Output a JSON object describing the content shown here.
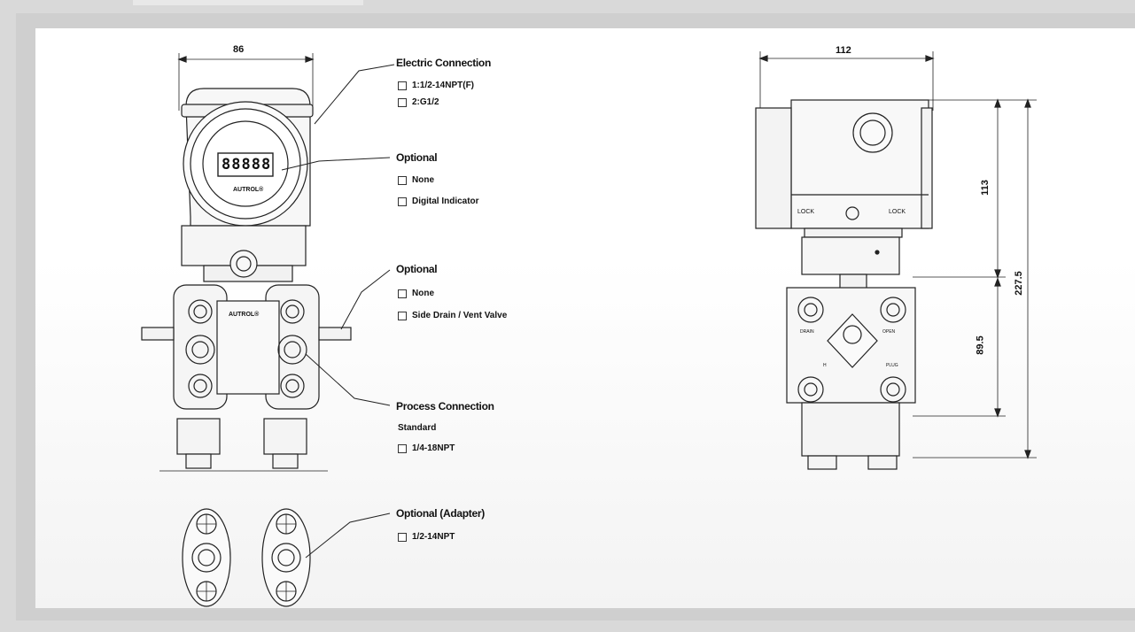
{
  "dimensions": {
    "front_width": "86",
    "side_width": "112",
    "upper_height": "113",
    "lower_height": "89.5",
    "total_height": "227.5"
  },
  "device": {
    "brand": "AUTROL®",
    "display_digits": "88888",
    "lock_left": "LOCK",
    "lock_right": "LOCK",
    "port_labels": [
      "DRAIN",
      "OPEN",
      "H",
      "PLUG"
    ]
  },
  "callouts": [
    {
      "heading": "Electric Connection",
      "options": [
        "1:1/2-14NPT(F)",
        "2:G1/2"
      ]
    },
    {
      "heading": "Optional",
      "options": [
        "None",
        "Digital Indicator"
      ]
    },
    {
      "heading": "Optional",
      "options": [
        "None",
        "Side Drain / Vent Valve"
      ]
    },
    {
      "heading": "Process Connection",
      "subheading": "Standard",
      "options": [
        "1/4-18NPT"
      ]
    },
    {
      "heading": "Optional (Adapter)",
      "options": [
        "1/2-14NPT"
      ]
    }
  ],
  "colors": {
    "line": "#222222",
    "fill": "#f4f4f4",
    "frame": "#cfcfcf"
  }
}
